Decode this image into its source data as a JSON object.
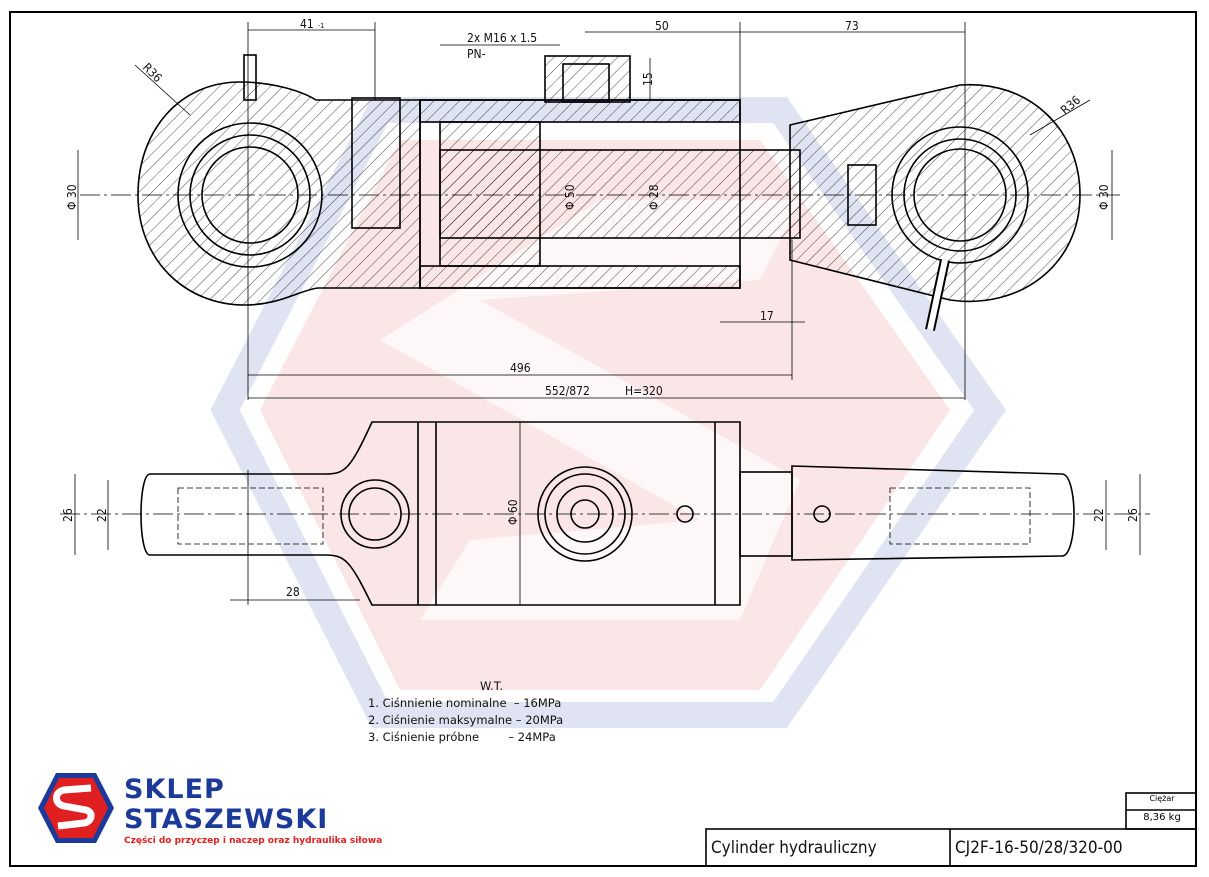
{
  "drawing": {
    "dimensions": {
      "left_offset": "41",
      "left_offset_tol": "-1",
      "port_thread": "2x M16 x 1.5",
      "port_pn": "PN-",
      "port_spacing": "50",
      "port_height": "15",
      "right_offset": "73",
      "radius_left": "R36",
      "radius_right": "R36",
      "pin_diameter_left": "Φ 30",
      "pin_diameter_right": "Φ 30",
      "bore_diameter": "Φ 50",
      "rod_diameter": "Φ 28",
      "rod_extension": "17",
      "closed_length": "496",
      "length_range": "552/872",
      "stroke": "H=320",
      "eye_width_left": "26",
      "eye_inner_left": "22",
      "eye_inner_right": "22",
      "eye_width_right": "26",
      "barrel_diameter": "Φ 60",
      "port_offset": "28"
    },
    "colors": {
      "line": "#000000",
      "watermark_red": "#f2c6c6",
      "watermark_blue": "#c9cfe6"
    }
  },
  "notes": {
    "title": "W.T.",
    "items": [
      "1. Ciśnnienie nominalne  – 16MPa",
      "2. Ciśnienie maksymalne – 20MPa",
      "3. Ciśnienie próbne        – 24MPa"
    ]
  },
  "logo": {
    "line1": "SKLEP",
    "line2": "STASZEWSKI",
    "tagline": "Części do przyczep i naczep oraz hydraulika siłowa",
    "colors": {
      "blue": "#1c3a99",
      "red": "#e02020"
    }
  },
  "title_block": {
    "name": "Cylinder hydrauliczny",
    "code": "CJ2F-16-50/28/320-00",
    "weight_label": "Ciężar",
    "weight_value": "8,36 kg"
  }
}
